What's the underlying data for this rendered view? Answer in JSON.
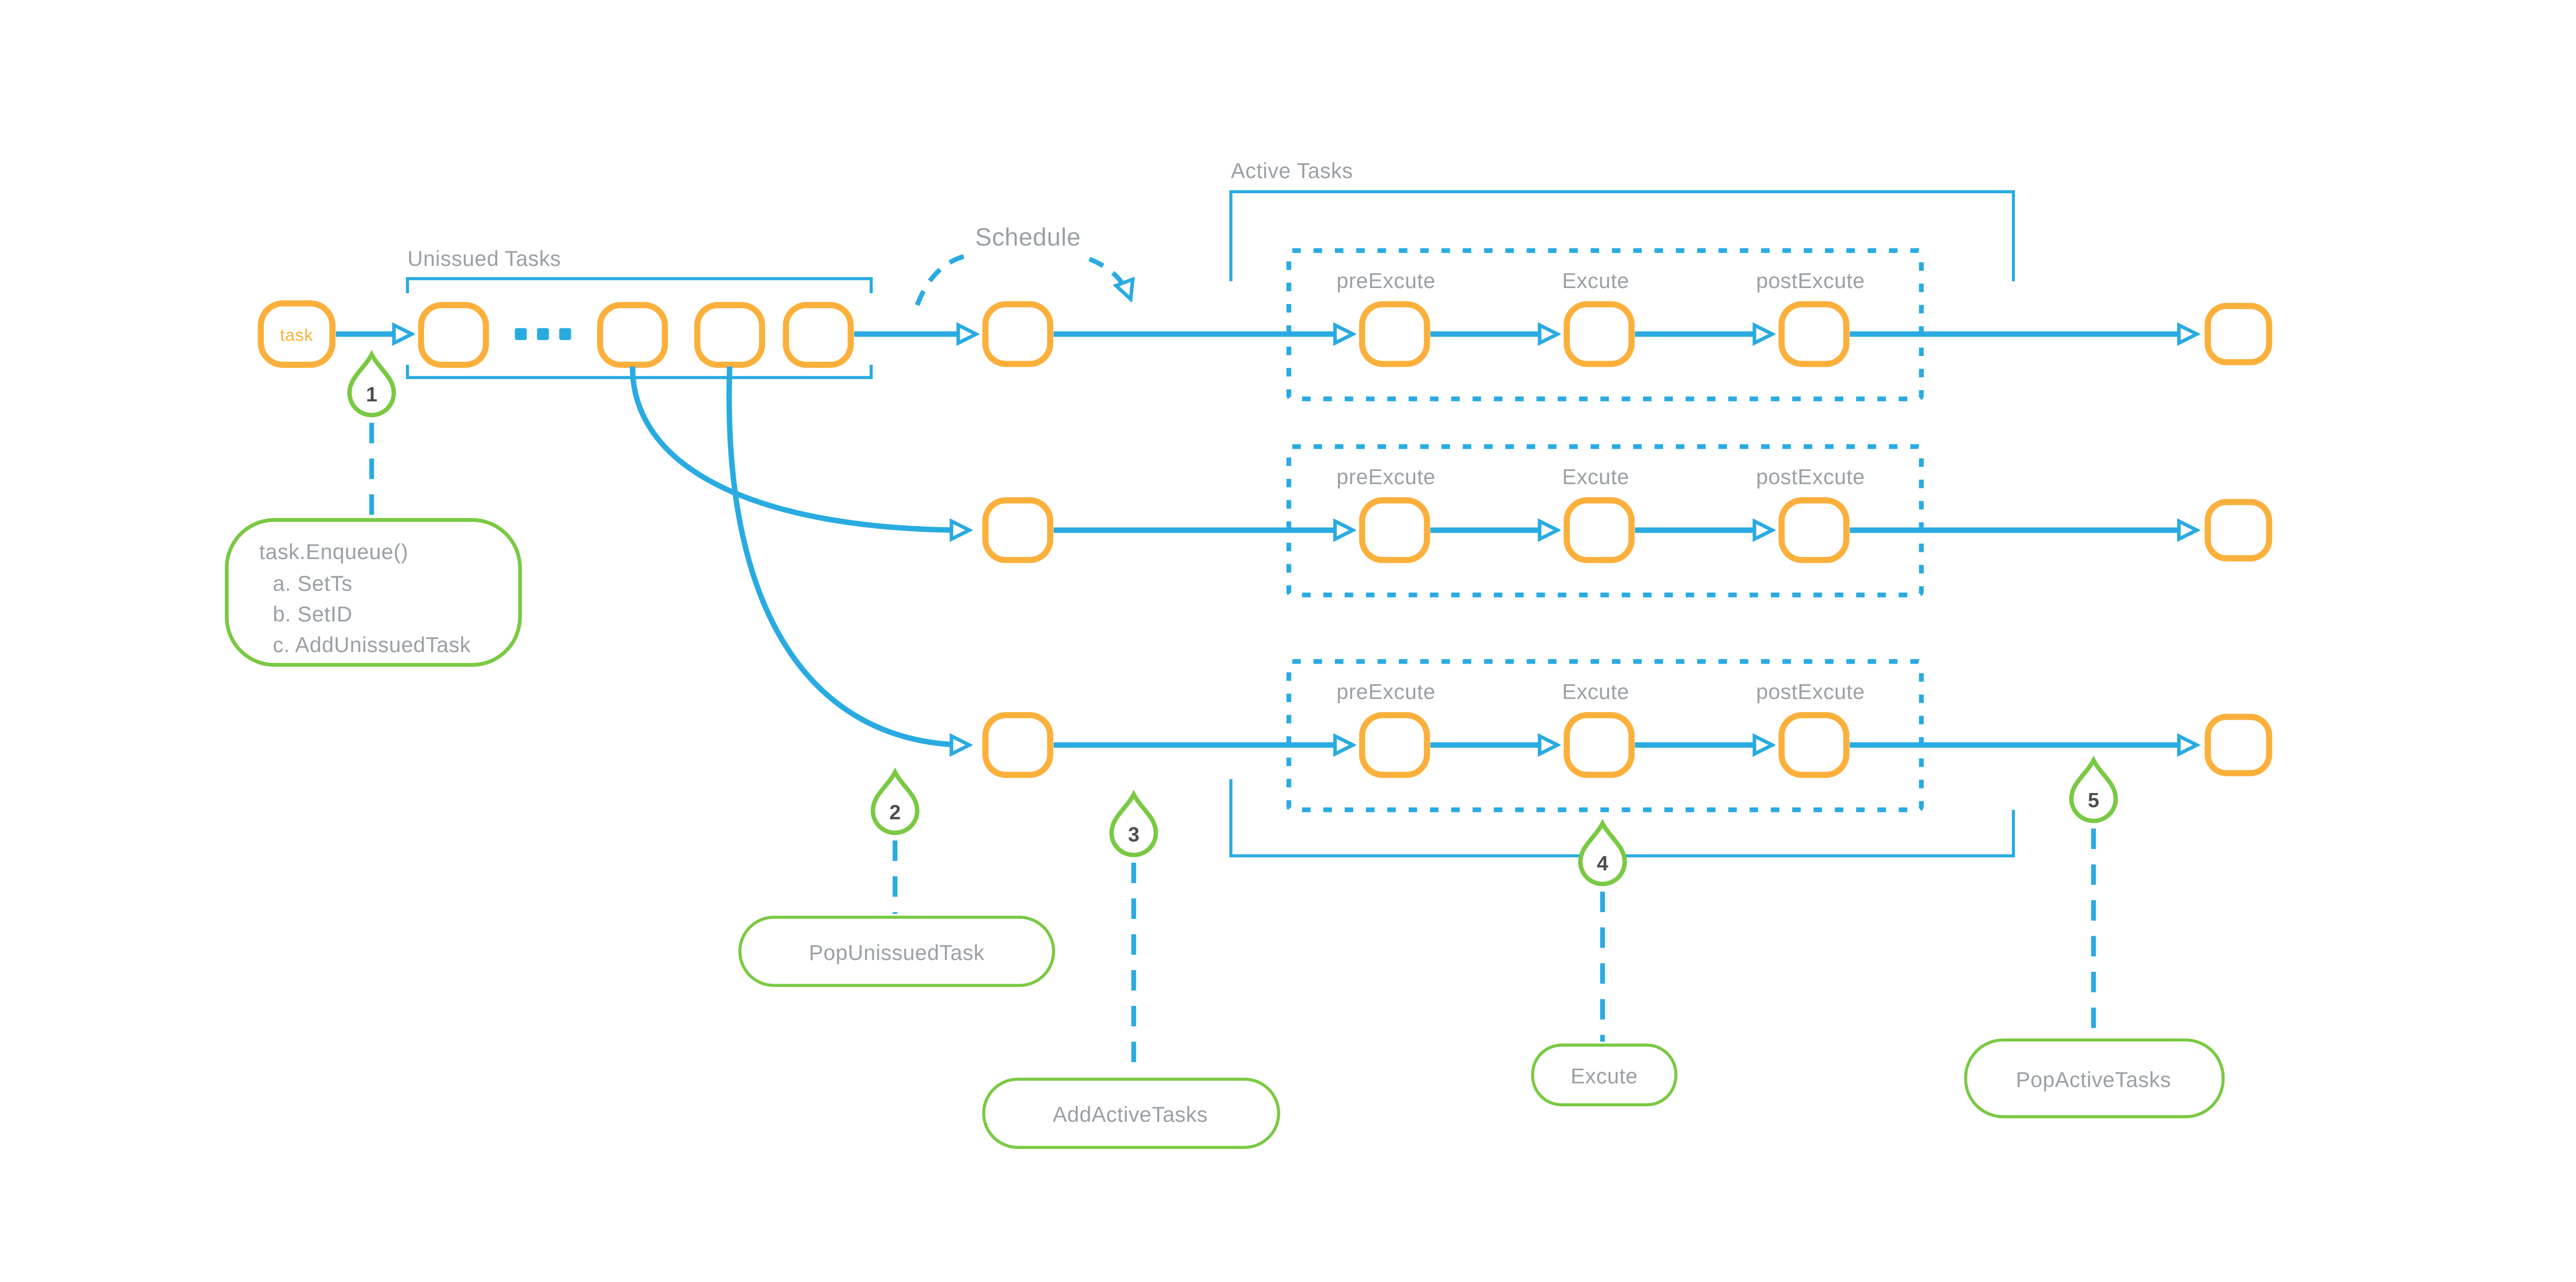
{
  "diagram": {
    "labels": {
      "unissued_tasks": "Unissued Tasks",
      "schedule": "Schedule",
      "active_tasks": "Active Tasks",
      "task_node": "task"
    },
    "stages": {
      "pre": "preExcute",
      "exec": "Excute",
      "post": "postExcute"
    },
    "callouts": [
      {
        "number": "1",
        "lines": [
          "task.Enqueue()",
          "a. SetTs",
          "b. SetID",
          "c. AddUnissuedTask"
        ]
      },
      {
        "number": "2",
        "label": "PopUnissuedTask"
      },
      {
        "number": "3",
        "label": "AddActiveTasks"
      },
      {
        "number": "4",
        "label": "Excute"
      },
      {
        "number": "5",
        "label": "PopActiveTasks"
      }
    ],
    "colors": {
      "flow_blue": "#29ABE2",
      "node_orange": "#FBB03B",
      "callout_green": "#7AC943",
      "label_gray": "#9AA0A4",
      "number_gray": "#4D4D4D"
    }
  }
}
